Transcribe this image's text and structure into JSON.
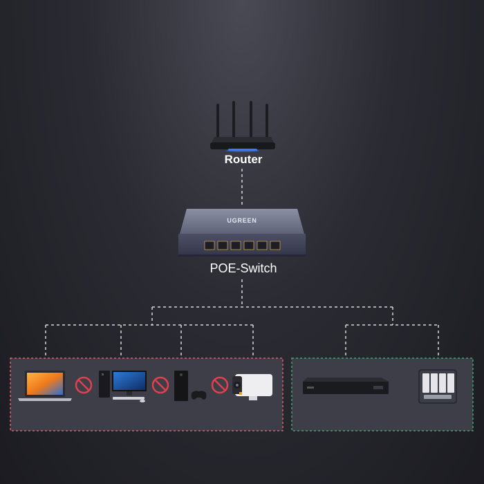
{
  "labels": {
    "router": "Router",
    "switch": "POE-Switch",
    "switch_brand": "UGREEN"
  },
  "colors": {
    "line": "#d8d8dc",
    "red_group_border": "#d9606a",
    "green_group_border": "#3fa56a",
    "group_fill": "#3e3e48",
    "prohibited": "#e2404c",
    "router_glow": "#3a7bff"
  },
  "groups": {
    "non_poe": {
      "border_color": "red",
      "devices": [
        "laptop-icon",
        "desktop-pc-icon",
        "game-console-icon",
        "bullet-camera-icon"
      ],
      "blocked_markers": [
        "prohibited-icon",
        "prohibited-icon",
        "prohibited-icon"
      ]
    },
    "poe": {
      "border_color": "green",
      "devices": [
        "nvr-recorder-icon",
        "nas-storage-icon"
      ]
    }
  }
}
